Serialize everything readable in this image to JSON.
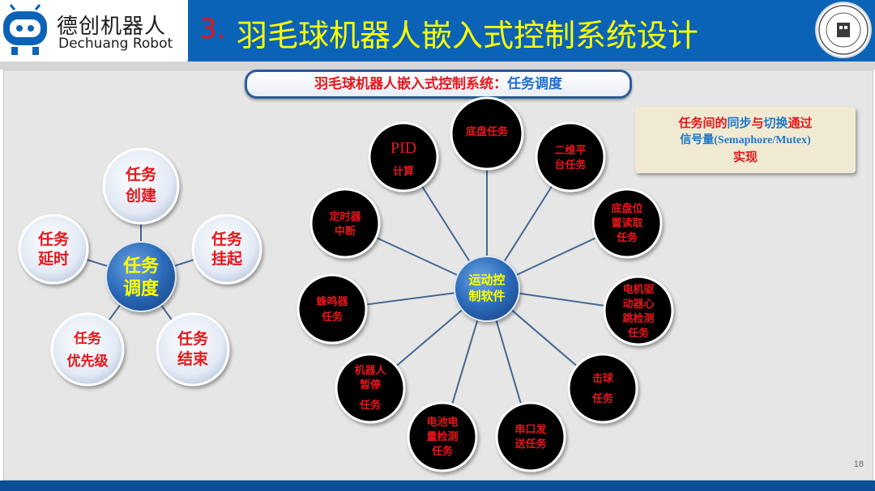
{
  "header": {
    "brand_cn": "德创机器人",
    "brand_en": "Dechuang Robot",
    "title_num": "3.",
    "title_text": "羽毛球机器人嵌入式控制系统设计"
  },
  "subtitle": {
    "part1": "羽毛球机器人嵌入式控制系统：",
    "part2": "任务调度"
  },
  "note": {
    "l1_a": "任务间的",
    "l1_b": "同步",
    "l1_c": "与",
    "l1_d": "切换",
    "l1_e": "通过",
    "l2_a": "信号量",
    "l2_b": "(Semaphore/Mutex)",
    "l3": "实现"
  },
  "scheduling": {
    "center": [
      "任务",
      "调度"
    ],
    "nodes": [
      [
        "任务",
        "创建"
      ],
      [
        "任务",
        "挂起"
      ],
      [
        "任务",
        "结束"
      ],
      [
        "任务",
        "优先级"
      ],
      [
        "任务",
        "延时"
      ]
    ]
  },
  "software": {
    "center": [
      "运动控",
      "制软件"
    ],
    "pid_top": "PID",
    "pid_bottom": "计算",
    "nodes": [
      [
        "底盘任务"
      ],
      [
        "二维平",
        "台任务"
      ],
      [
        "底盘位",
        "置读取",
        "任务"
      ],
      [
        "电机驱",
        "动器心",
        "跳检测",
        "任务"
      ],
      [
        "击球",
        "任务"
      ],
      [
        "串口发",
        "送任务"
      ],
      [
        "电池电",
        "量检测",
        "任务"
      ],
      [
        "机器人",
        "暂停",
        "任务"
      ],
      [
        "蜂鸣器",
        "任务"
      ],
      [
        "定时器",
        "中断"
      ]
    ]
  },
  "page_number": "18",
  "colors": {
    "header_blue": "#0b63b7",
    "title_yellow": "#ffff00",
    "accent_red": "#e8141b",
    "node_black": "#000000"
  }
}
